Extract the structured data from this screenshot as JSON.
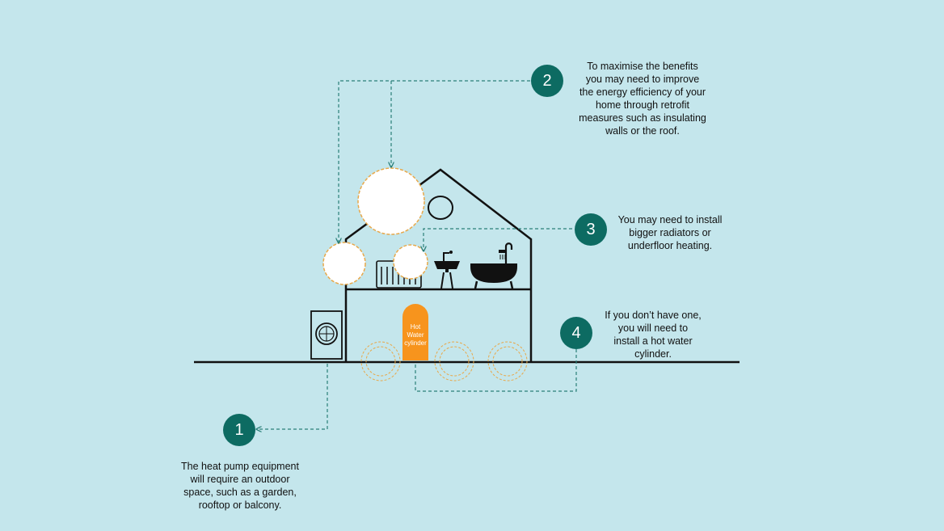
{
  "colors": {
    "background": "#c4e6ec",
    "badge": "#0d6b62",
    "connector": "#2a7f78",
    "outline": "#111111",
    "cylinder": "#f7941d",
    "highlight_ring": "#e8a84a"
  },
  "icons": [
    "heat-pump-icon",
    "radiator-icon",
    "sink-icon",
    "bathtub-icon",
    "hot-water-cylinder-icon"
  ],
  "cylinder_label": "Hot Water cylinder",
  "callouts": [
    {
      "number": "1",
      "text": "The heat pump equipment will require an outdoor space, such as a garden, rooftop or balcony."
    },
    {
      "number": "2",
      "text": "To maximise the benefits you may need to improve the energy efficiency of your home through retrofit measures such as insulating walls or the roof."
    },
    {
      "number": "3",
      "text": "You may need to install bigger radiators or underfloor heating."
    },
    {
      "number": "4",
      "text": "If you don’t have one, you will need to install a hot water cylinder."
    }
  ]
}
